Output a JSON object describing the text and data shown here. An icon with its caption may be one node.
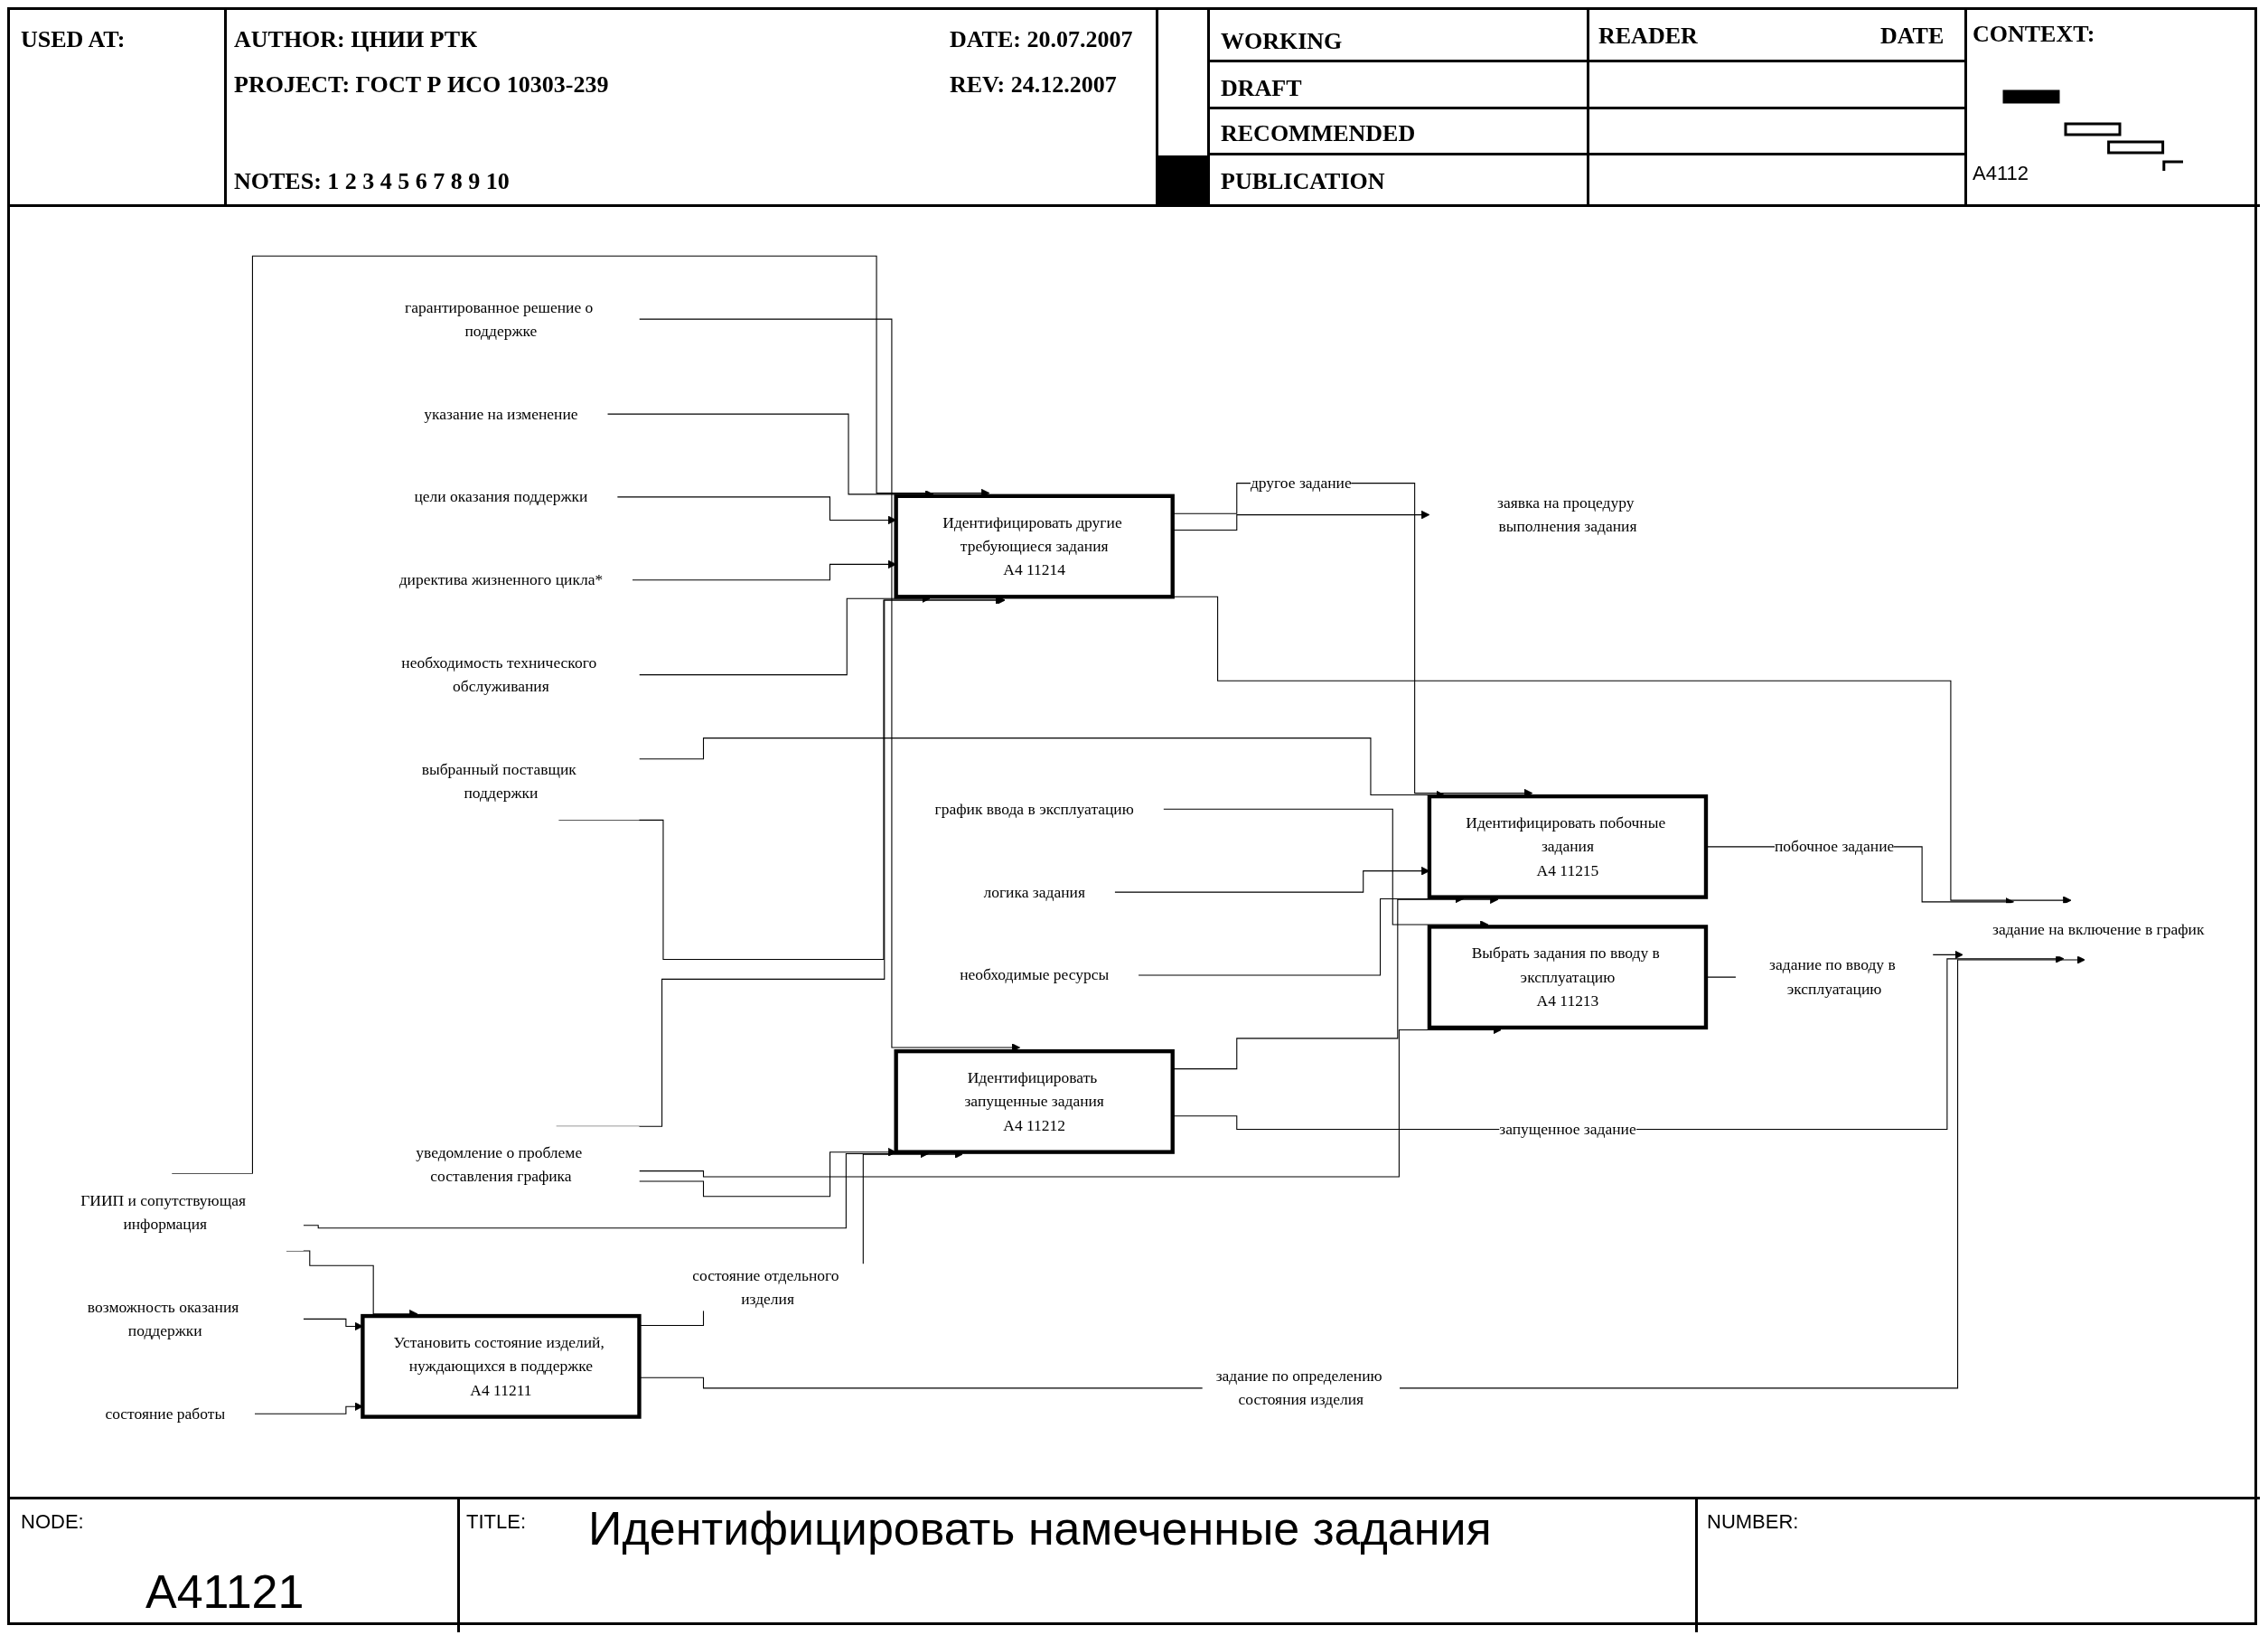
{
  "diagram": {
    "title": "Идентифицировать намеченные задания",
    "nodes": [
      {
        "text": [
          "Установить состояние изделий, нуждающихся в поддержке",
          "A4 11211"
        ]
      },
      {
        "text": [
          "Идентифицировать запущенные задания",
          "A4 11212"
        ]
      },
      {
        "text": [
          "Выбрать задания по вводу в эксплуатацию",
          "A4 11213"
        ]
      },
      {
        "text": [
          "Идентифицировать другие требующиеся задания",
          "A4 11214"
        ]
      },
      {
        "text": [
          "Идентифицировать побочные задания",
          "A4 11215"
        ]
      },
      {
        "text": [
          "состояние работы"
        ]
      },
      {
        "text": [
          "возможность оказания поддержки"
        ]
      },
      {
        "text": [
          "гарантированное решение о поддержке"
        ]
      },
      {
        "text": [
          "график ввода в эксплуатацию"
        ]
      },
      {
        "text": [
          "указание на изменение"
        ]
      },
      {
        "text": [
          "цели оказания поддержки"
        ]
      },
      {
        "text": [
          "директива жизненного цикла*"
        ]
      },
      {
        "text": [
          "необходимость технического обслуживания"
        ]
      },
      {
        "text": [
          "выбранный поставщик поддержки"
        ]
      },
      {
        "text": [
          "уведомление о проблеме составления графика"
        ]
      },
      {
        "text": [
          "логика задания"
        ]
      },
      {
        "text": [
          "необходимые ресурсы"
        ]
      },
      {
        "text": [
          "ГИИП и сопутствующая информация"
        ]
      },
      {
        "text": [
          "задание на включение в график"
        ]
      },
      {
        "text": [
          "заявка на процедуру выполнения задания"
        ]
      }
    ],
    "edges": [
      {
        "from": 5,
        "to": 0,
        "arrow": "to"
      },
      {
        "from": 6,
        "to": 0,
        "arrow": "to"
      },
      {
        "from": 7,
        "to": 1,
        "arrow": "to"
      },
      {
        "from": 8,
        "to": 2,
        "arrow": "to"
      },
      {
        "from": 9,
        "to": 3,
        "arrow": "to"
      },
      {
        "from": 10,
        "to": 3,
        "arrow": "to"
      },
      {
        "from": 11,
        "to": 3,
        "arrow": "to"
      },
      {
        "from": 12,
        "to": 3,
        "arrow": "to"
      },
      {
        "from": 13,
        "to": 3,
        "arrow": "to"
      },
      {
        "from": 13,
        "to": 4,
        "arrow": "to"
      },
      {
        "from": 14,
        "to": 1,
        "arrow": "to"
      },
      {
        "from": 14,
        "to": 2,
        "arrow": "to"
      },
      {
        "from": 14,
        "to": 3,
        "arrow": "to"
      },
      {
        "from": 15,
        "to": 4,
        "arrow": "to"
      },
      {
        "from": 16,
        "to": 4,
        "arrow": "to"
      },
      {
        "from": 17,
        "to": 0,
        "arrow": "to"
      },
      {
        "from": 17,
        "to": 1,
        "arrow": "to"
      },
      {
        "from": 17,
        "to": 3,
        "arrow": "to"
      },
      {
        "from": 0,
        "to": 18,
        "arrow": "to",
        "label": "задание по определению состояния изделия"
      },
      {
        "from": 0,
        "to": 1,
        "arrow": "to",
        "label": "состояние отдельного изделия"
      },
      {
        "from": 1,
        "to": 18,
        "arrow": "to",
        "label": "запущенное задание"
      },
      {
        "from": 1,
        "to": 4,
        "arrow": "to"
      },
      {
        "from": 2,
        "to": 18,
        "arrow": "to",
        "label": "задание по вводу в эксплуатацию"
      },
      {
        "from": 3,
        "to": 18,
        "arrow": "to"
      },
      {
        "from": 3,
        "to": 19,
        "arrow": "to"
      },
      {
        "from": 3,
        "to": 4,
        "arrow": "to",
        "label": "другое задание"
      },
      {
        "from": 4,
        "to": 18,
        "arrow": "to",
        "label": "побочное задание"
      }
    ],
    "labels": [
      "USED AT:",
      "AUTHOR: ЦНИИ РТК",
      "DATE: 20.07.2007",
      "PROJECT: ГОСТ Р ИСО 10303-239",
      "REV: 24.12.2007",
      "NOTES: 1 2 3 4 5 6 7 8 9 10",
      "WORKING",
      "READER",
      "DATE",
      "CONTEXT:",
      "DRAFT",
      "RECOMMENDED",
      "PUBLICATION",
      "A4112",
      "NODE:",
      "TITLE:",
      "NUMBER:",
      "A41121"
    ]
  }
}
